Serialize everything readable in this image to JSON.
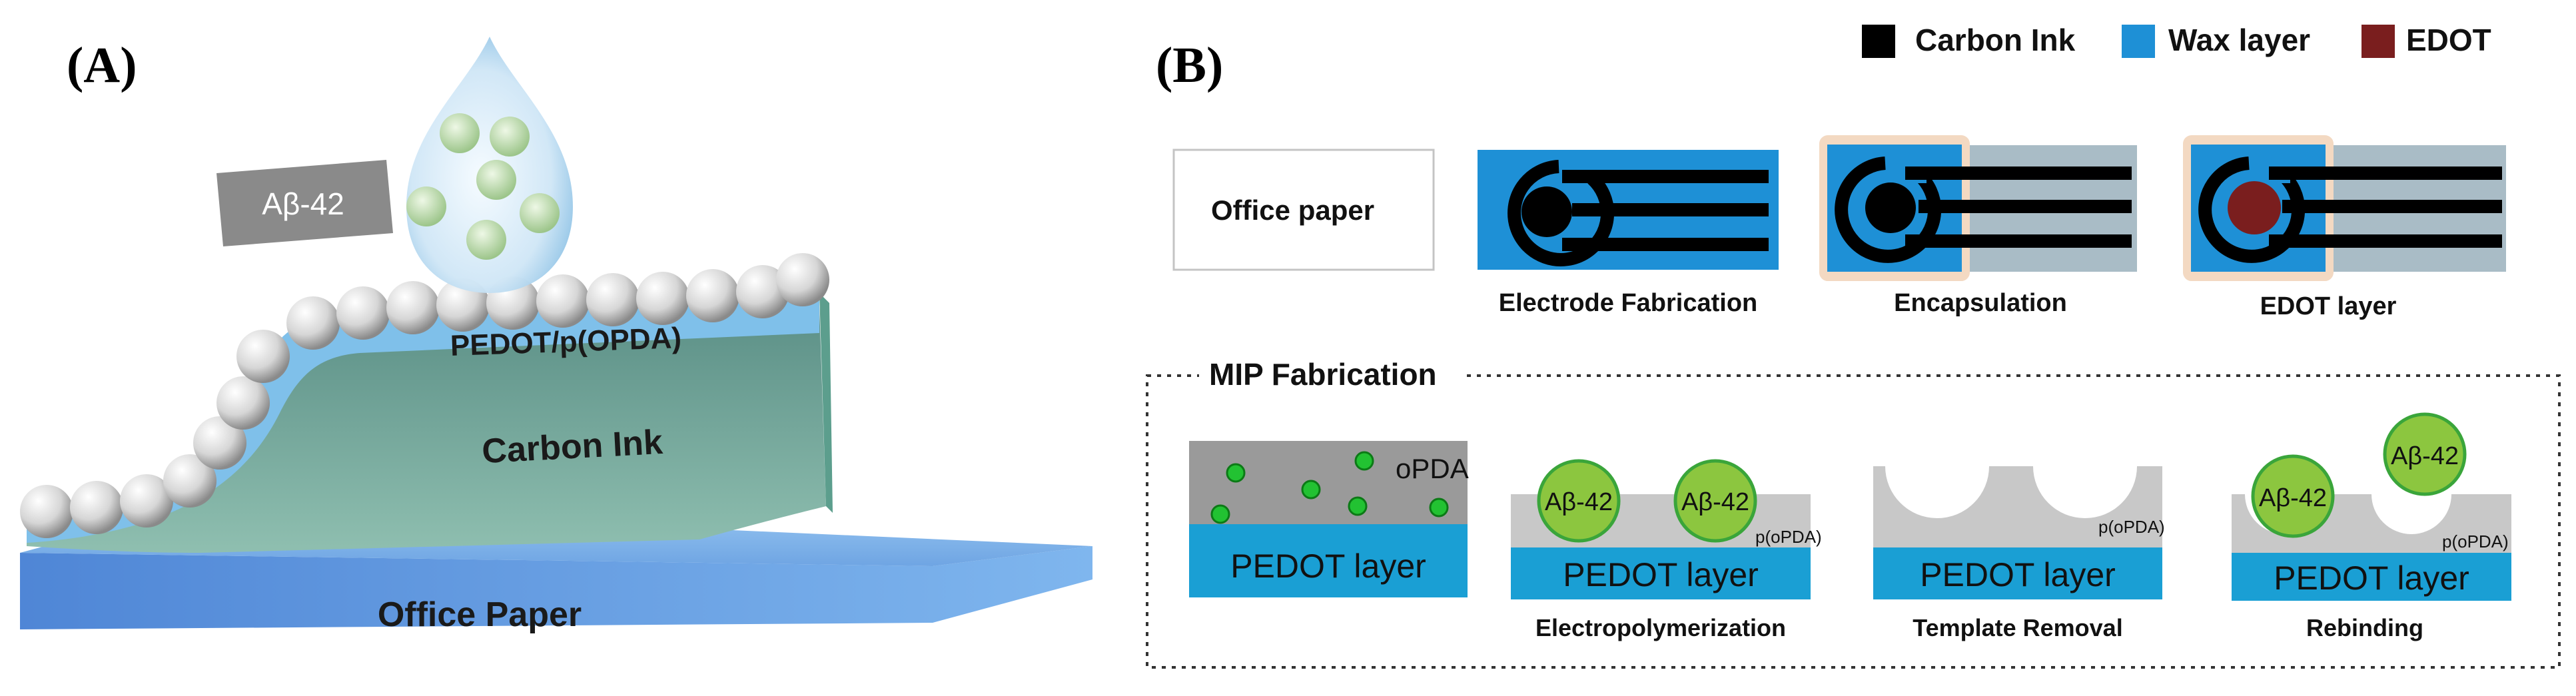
{
  "panelA": {
    "label": "(A)",
    "analyte_tag": "Aβ-42",
    "layer_top": "PEDOT/p(OPDA)",
    "layer_mid": "Carbon Ink",
    "layer_base": "Office Paper"
  },
  "panelB": {
    "label": "(B)",
    "legend": [
      {
        "name": "Carbon Ink",
        "color": "#000000"
      },
      {
        "name": "Wax layer",
        "color": "#1e90d6"
      },
      {
        "name": "EDOT",
        "color": "#7a1e1e"
      }
    ],
    "steps": {
      "office_paper": "Office paper",
      "electrode_fabrication": "Electrode Fabrication",
      "encapsulation": "Encapsulation",
      "edot_layer": "EDOT layer"
    },
    "mip": {
      "title": "MIP Fabrication",
      "opda": "oPDA",
      "popda": "p(oPDA)",
      "pedot_layer": "PEDOT layer",
      "abeta": "Aβ-42",
      "stages": [
        "Electropolymerization",
        "Template Removal",
        "Rebinding"
      ]
    }
  },
  "colors": {
    "wax": "#1e90d6",
    "carbon": "#000000",
    "edot": "#7a1e1e",
    "paper_grey": "#a9bcc6",
    "pedot": "#1a9fd4",
    "polymer_grey": "#c8c8c8",
    "abeta_green": "#8cc63f",
    "dot_green": "#22c232"
  }
}
